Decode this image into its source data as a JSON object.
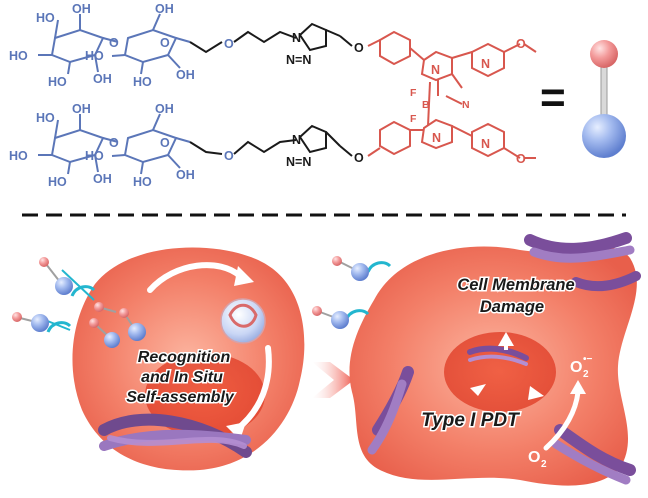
{
  "sugar_labels": {
    "ho": "HO",
    "oh": "OH",
    "o": "O"
  },
  "linker_labels": {
    "n": "N",
    "n_eq_n": "N=N",
    "o": "O"
  },
  "dye_labels": {
    "n": "N",
    "f": "F",
    "b": "B",
    "o": "O",
    "n_ring": "N",
    "methoxy": "O"
  },
  "equals": "=",
  "labels": {
    "recognition_1": "Recognition",
    "recognition_2": "and In Situ",
    "recognition_3": "Self-assembly",
    "membrane_1": "Cell Membrane",
    "membrane_2": "Damage",
    "type_pdt": "Type I PDT",
    "o2": "O",
    "o2_sub": "2",
    "o2_radical": "O",
    "o2_radical_sub": "2",
    "o2_radical_sup": "•−"
  },
  "colors": {
    "sugar_blue": "#5b76b8",
    "dye_red": "#d8574e",
    "linker_black": "#1a1a1a",
    "cell_orange": "#f06a55",
    "cell_light": "#f9a38e",
    "nucleus": "#e8432c",
    "fiber_purple": "#8a5aa6",
    "receptor_cyan": "#23b6cf",
    "sphere_blue": "#8ca7ea",
    "sphere_pink": "#ee8a8a"
  }
}
